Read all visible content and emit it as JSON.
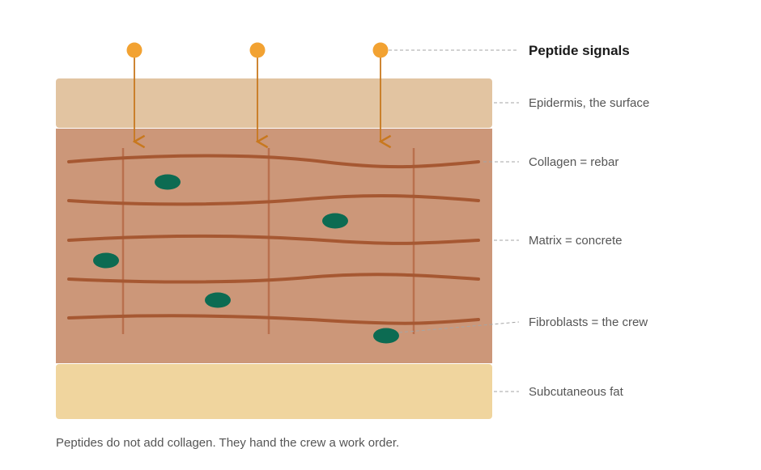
{
  "labels": {
    "peptide_signals": "Peptide signals",
    "epidermis": "Epidermis, the surface",
    "collagen": "Collagen = rebar",
    "matrix": "Matrix = concrete",
    "fibroblasts": "Fibroblasts = the crew",
    "subcutaneous": "Subcutaneous fat"
  },
  "caption": "Peptides do not add collagen. They hand the crew a work order.",
  "colors": {
    "epidermis": "#e2c4a1",
    "dermis": "#cc9779",
    "subcutaneous": "#f0d59e",
    "collagen_fiber": "#a65832",
    "vertical_fiber": "#b9704e",
    "fibroblast": "#0c6b52",
    "peptide_dot": "#f2a232",
    "arrow": "#c8781e",
    "leader": "#a5a5a5"
  }
}
